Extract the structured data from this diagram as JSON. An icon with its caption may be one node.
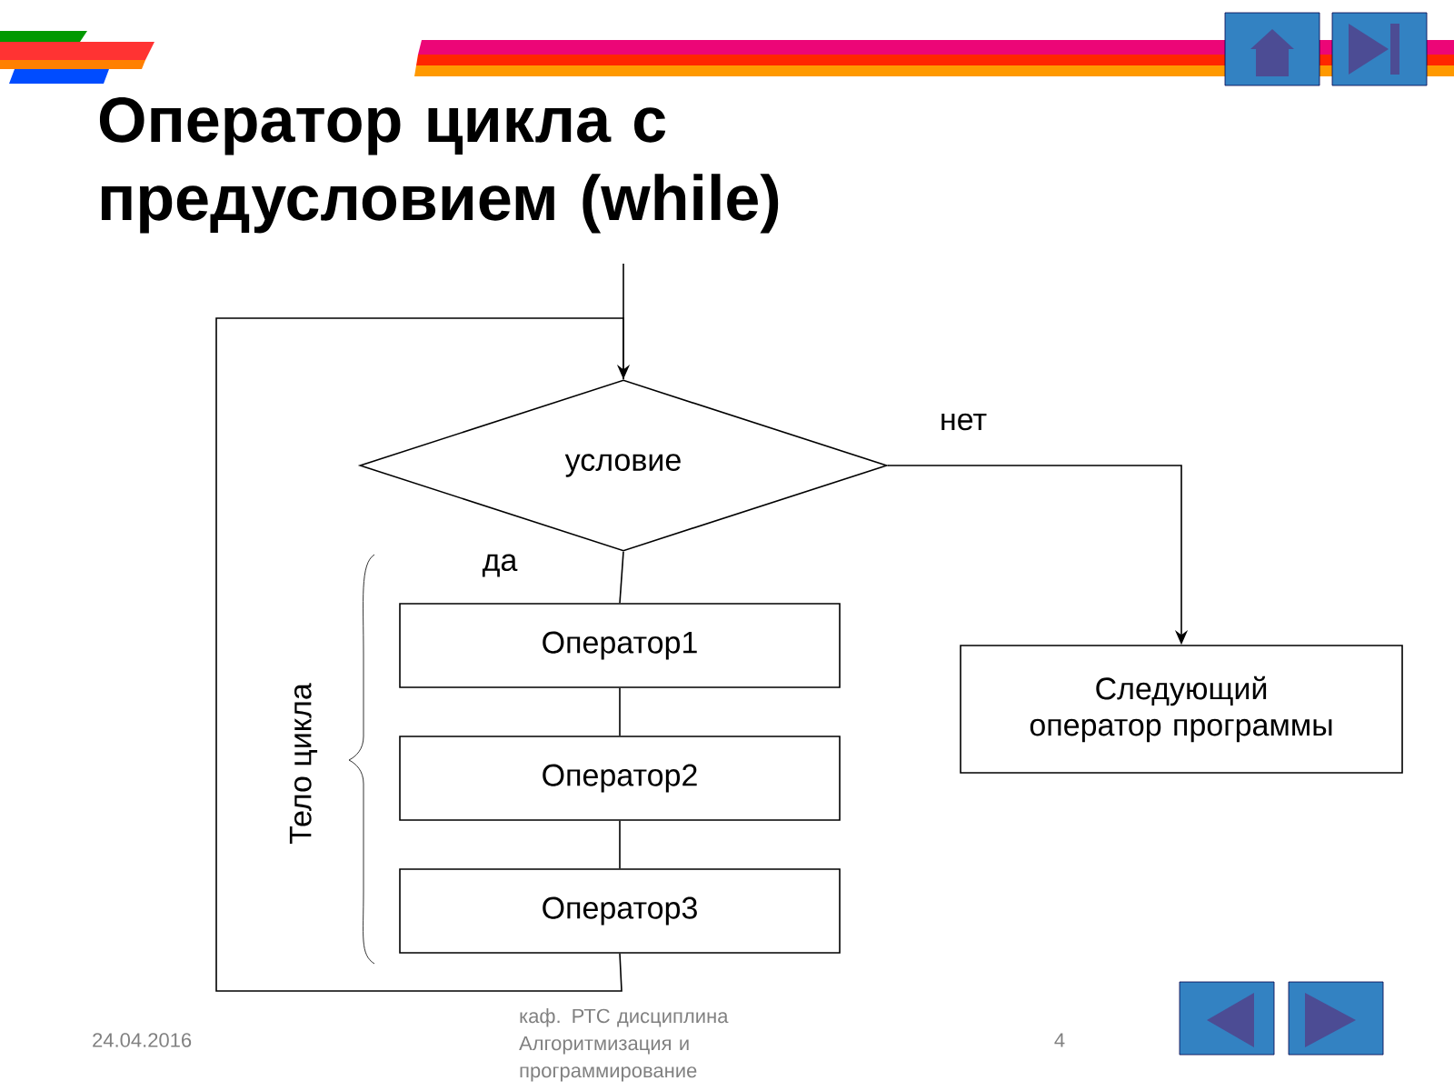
{
  "diagram": {
    "title": "Оператор цикла с предусловием (while)",
    "nodes": [
      {
        "text": [
          "условие"
        ]
      },
      {
        "text": [
          "Оператор1"
        ]
      },
      {
        "text": [
          "Оператор2"
        ]
      },
      {
        "text": [
          "Оператор3"
        ]
      },
      {
        "text": [
          "Следующий оператор программы"
        ]
      }
    ],
    "edges": [
      {
        "from": null,
        "to": 0,
        "arrow": "none"
      },
      {
        "from": 0,
        "to": 1,
        "arrow": "none",
        "label": "да"
      },
      {
        "from": 1,
        "to": 2,
        "arrow": "none"
      },
      {
        "from": 2,
        "to": 3,
        "arrow": "none"
      },
      {
        "from": 3,
        "to": 0,
        "arrow": "to"
      },
      {
        "from": 0,
        "to": 4,
        "arrow": "to",
        "label": "нет"
      }
    ],
    "labels": [
      "Тело цикла",
      "24.04.2016",
      "каф. РТС дисциплина Алгоритмизация и программирование",
      "4"
    ]
  }
}
